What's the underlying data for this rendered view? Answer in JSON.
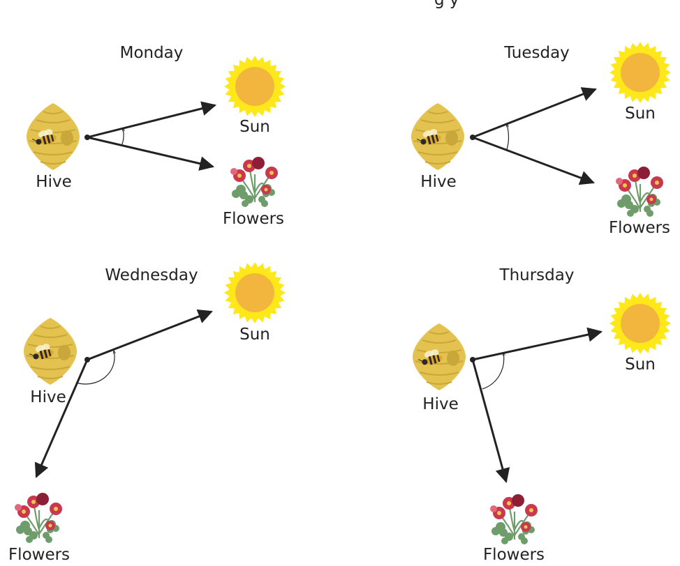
{
  "header": {
    "title_fragment": "g           y"
  },
  "labels": {
    "hive": "Hive",
    "sun": "Sun",
    "flowers": "Flowers"
  },
  "days": [
    {
      "name": "Monday"
    },
    {
      "name": "Tuesday"
    },
    {
      "name": "Wednesday"
    },
    {
      "name": "Thursday"
    }
  ],
  "colors": {
    "ink": "#222222",
    "sun_rays": "#FFE81A",
    "sun_core": "#F2B63E",
    "hive": "#E3C24F",
    "hive_shade": "#C9A73A",
    "flower_red": "#C8384E",
    "flower_dark": "#8C1F35",
    "leaf": "#6E9C6A"
  },
  "icons": [
    "hive-icon",
    "bee-icon",
    "sun-icon",
    "flowers-icon",
    "arrow-icon",
    "angle-arc-icon"
  ]
}
